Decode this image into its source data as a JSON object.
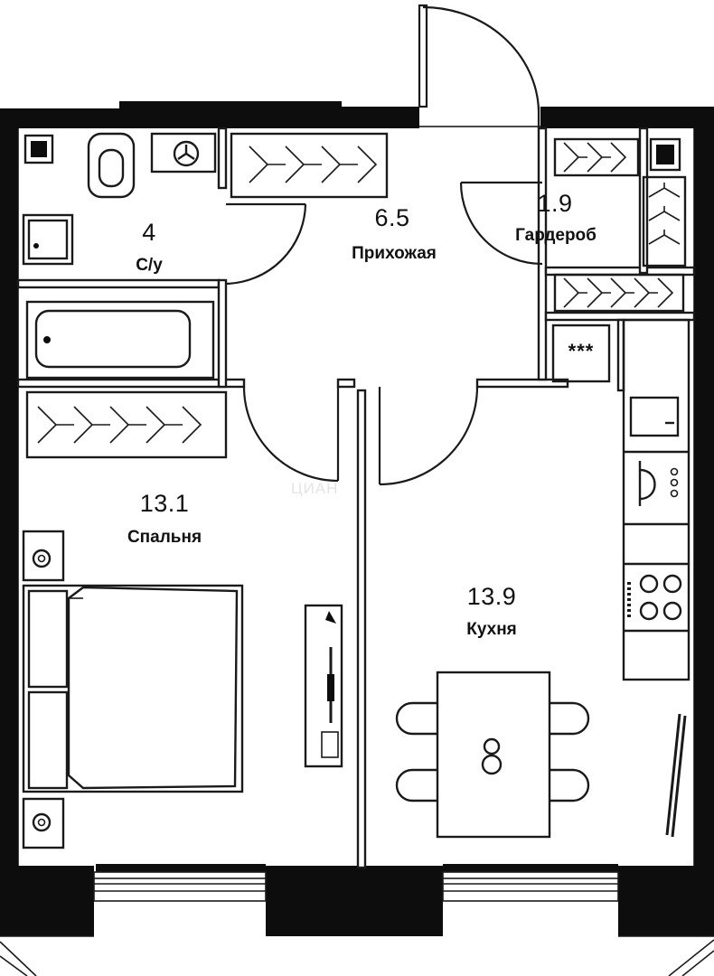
{
  "rooms": {
    "bathroom": {
      "area": "4",
      "name": "С/у"
    },
    "hall": {
      "area": "6.5",
      "name": "Прихожая"
    },
    "wardrobe": {
      "area": "1.9",
      "name": "Гардероб"
    },
    "bedroom": {
      "area": "13.1",
      "name": "Спальня"
    },
    "kitchen": {
      "area": "13.9",
      "name": "Кухня"
    }
  },
  "utility_label": "***",
  "watermark": "ЦИАН",
  "colors": {
    "wall": "#0d0d0d",
    "line": "#1a1a1a",
    "background": "#ffffff"
  }
}
